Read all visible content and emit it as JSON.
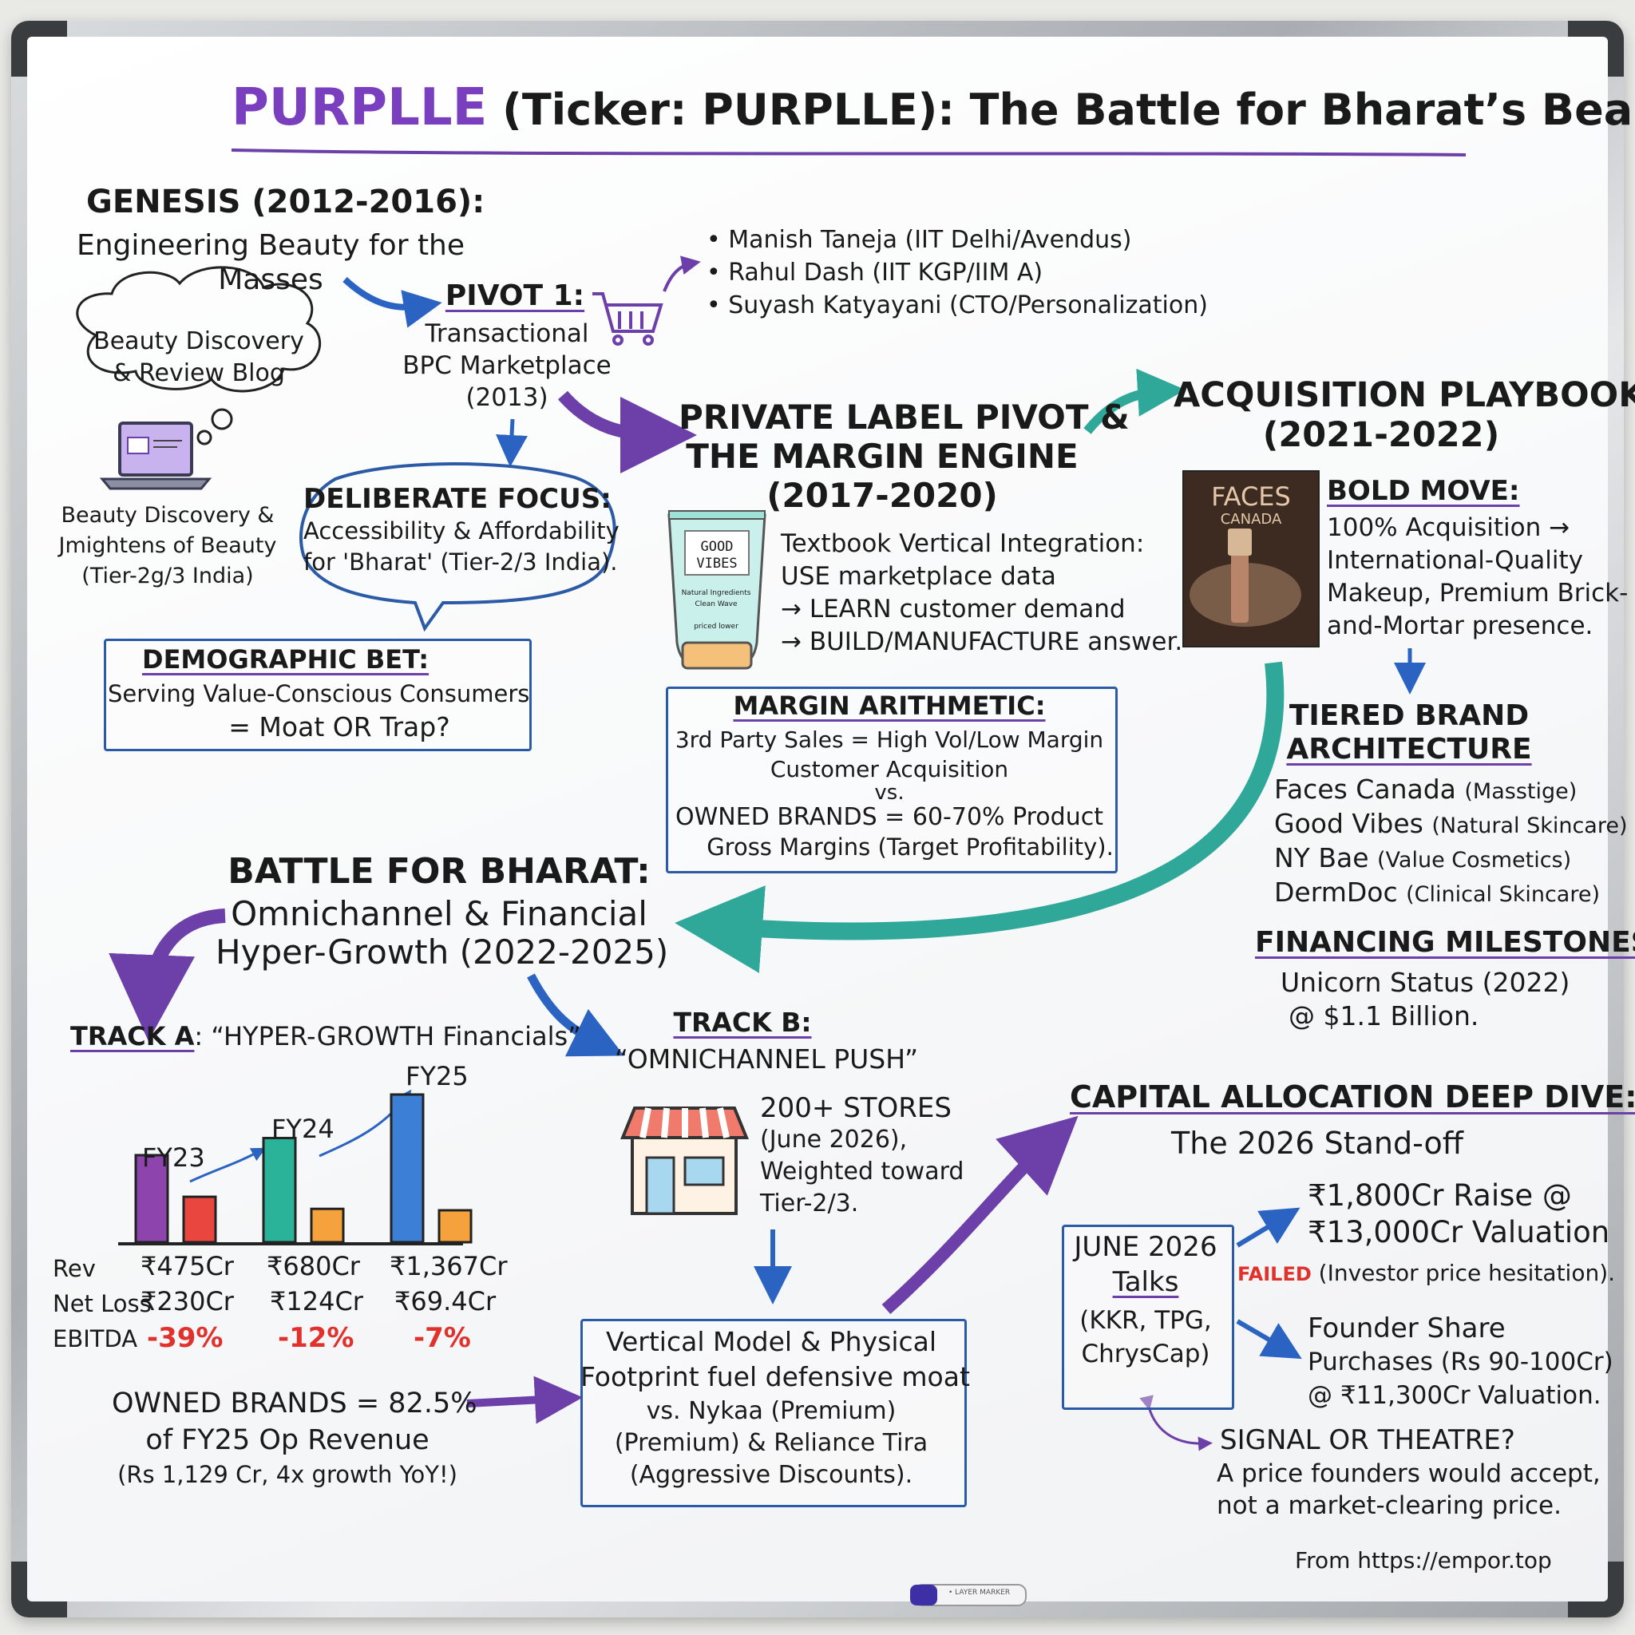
{
  "title": {
    "brand": "PURPLLE",
    "rest": " (Ticker: PURPLLE): The Battle for Bharat’s Beauty"
  },
  "genesis": {
    "heading": "GENESIS (2012-2016):",
    "line1": "Engineering Beauty for the",
    "line2": "Masses",
    "cloud1": "Beauty Discovery",
    "cloud2": "& Review Blog",
    "laptop1": "Beauty Discovery &",
    "laptop2": "Jmightens of Beauty",
    "laptop3": "(Tier-2g/3 India)"
  },
  "pivot1": {
    "heading": "PIVOT 1:",
    "l1": "Transactional",
    "l2": "BPC Marketplace",
    "l3": "(2013)"
  },
  "founders": [
    "• Manish Taneja (IIT Delhi/Avendus)",
    "• Rahul Dash (IIT KGP/IIM A)",
    "• Suyash Katyayani (CTO/Personalization)"
  ],
  "focus": {
    "heading": "DELIBERATE FOCUS:",
    "l1": "Accessibility & Affordability",
    "l2": "for 'Bharat' (Tier-2/3 India)."
  },
  "demographic": {
    "heading": "DEMOGRAPHIC BET:",
    "l1": "Serving Value-Conscious Consumers",
    "l2": "= Moat OR Trap?"
  },
  "private_label": {
    "h1": "PRIVATE LABEL PIVOT &",
    "h2": "THE MARGIN ENGINE",
    "h3": "(2017-2020)",
    "v1": "Textbook Vertical Integration:",
    "v2": "USE marketplace data",
    "v3": "→ LEARN customer demand",
    "v4": "→ BUILD/MANUFACTURE answer.",
    "tube_brand1": "GOOD",
    "tube_brand2": "VIBES",
    "tube_small1": "Natural Ingredients",
    "tube_small2": "Clean Wave",
    "tube_small3": "priced lower"
  },
  "margin": {
    "heading": "MARGIN ARITHMETIC:",
    "l1": "3rd Party Sales = High Vol/Low Margin",
    "l2": "Customer Acquisition",
    "l3": "vs.",
    "l4": "OWNED BRANDS = 60-70% Product",
    "l5": "Gross Margins (Target Profitability)."
  },
  "acquisition": {
    "h1": "ACQUISITION PLAYBOOK",
    "h2": "(2021-2022)",
    "faces1": "FACES",
    "faces2": "CANADA",
    "bold": "BOLD MOVE:",
    "b1": "100% Acquisition →",
    "b2": "International-Quality",
    "b3": "Makeup, Premium Brick-",
    "b4": "and-Mortar presence."
  },
  "tiered": {
    "h1": "TIERED BRAND",
    "h2": "ARCHITECTURE",
    "brands": [
      {
        "name": "Faces Canada",
        "tag": "(Masstige)"
      },
      {
        "name": "Good Vibes",
        "tag": "(Natural Skincare)"
      },
      {
        "name": "NY Bae",
        "tag": "(Value Cosmetics)"
      },
      {
        "name": "DermDoc",
        "tag": "(Clinical Skincare)"
      }
    ]
  },
  "financing": {
    "heading": "FINANCING MILESTONES:",
    "l1": "Unicorn Status (2022)",
    "l2": "@ $1.1 Billion."
  },
  "battle": {
    "h1": "BATTLE FOR BHARAT:",
    "h2": "Omnichannel & Financial",
    "h3": "Hyper-Growth (2022-2025)"
  },
  "track_a": {
    "label": "TRACK A",
    "rest": ": “HYPER-GROWTH Financials”"
  },
  "chart_data": {
    "type": "bar",
    "categories": [
      "FY23",
      "FY24",
      "FY25"
    ],
    "series": [
      {
        "name": "Rev",
        "values": [
          475,
          680,
          1367
        ]
      },
      {
        "name": "Net Loss",
        "values": [
          230,
          124,
          69.4
        ]
      }
    ],
    "row_labels": [
      "Rev",
      "Net Loss",
      "EBITDA"
    ],
    "rev_labels": [
      "₹475Cr",
      "₹680Cr",
      "₹1,367Cr"
    ],
    "loss_labels": [
      "₹230Cr",
      "₹124Cr",
      "₹69.4Cr"
    ],
    "ebitda_labels": [
      "-39%",
      "-12%",
      "-7%"
    ],
    "ebitda_values": [
      -39,
      -12,
      -7
    ],
    "colors": {
      "rev": [
        "#8e44ad",
        "#2bb39a",
        "#3b7fd6"
      ],
      "loss": [
        "#e8463e",
        "#f6a23c",
        "#f6a23c"
      ]
    }
  },
  "owned": {
    "l1": "OWNED BRANDS = 82.5%",
    "l2": "of FY25 Op Revenue",
    "l3": "(Rs 1,129 Cr, 4x growth YoY!)"
  },
  "track_b": {
    "label": "TRACK B:",
    "quote": "“OMNICHANNEL PUSH”",
    "s1": "200+ STORES",
    "s2": "(June 2026),",
    "s3": "Weighted toward",
    "s4": "Tier-2/3."
  },
  "vertical": {
    "l1": "Vertical Model & Physical",
    "l2": "Footprint fuel defensive moat",
    "l3": "vs. Nykaa (Premium)",
    "l4": "(Premium) & Reliance Tira",
    "l5": "(Aggressive Discounts)."
  },
  "capital": {
    "h1": "CAPITAL ALLOCATION DEEP DIVE:",
    "h2": "The 2026 Stand-off",
    "talks1": "JUNE 2026",
    "talks2": "Talks",
    "talks3": "(KKR, TPG,",
    "talks4": "ChrysCap)",
    "raise1": "₹1,800Cr Raise @",
    "raise2": "₹13,000Cr Valuation",
    "failed": "FAILED",
    "hes": "(Investor price hesitation).",
    "f1": "Founder Share",
    "f2": "Purchases (Rs 90-100Cr)",
    "f3": "@ ₹11,300Cr Valuation.",
    "sig": "SIGNAL OR THEATRE?",
    "sig1": "A price founders would accept,",
    "sig2": "not a market-clearing price."
  },
  "footer": "From https://empor.top",
  "marker": "• LAYER MARKER",
  "colors": {
    "purple": "#6d3fa8",
    "teal": "#2fa89a",
    "blue": "#2b5aa6",
    "red": "#e0312c"
  }
}
